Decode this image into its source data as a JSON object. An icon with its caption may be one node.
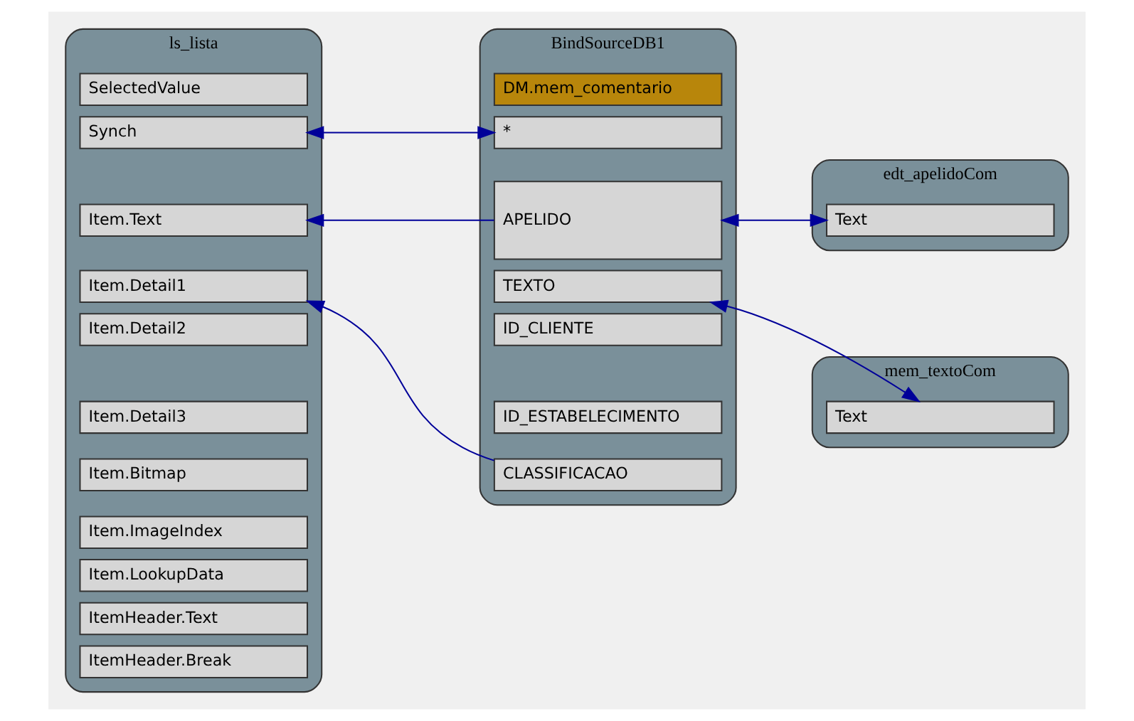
{
  "diagram": {
    "nodes": [
      {
        "text": [
          "ls_lista"
        ]
      },
      {
        "text": [
          "SelectedValue"
        ],
        "in": 0
      },
      {
        "text": [
          "Synch"
        ],
        "in": 0
      },
      {
        "text": [
          "Item.Text"
        ],
        "in": 0
      },
      {
        "text": [
          "Item.Detail1"
        ],
        "in": 0
      },
      {
        "text": [
          "Item.Detail2"
        ],
        "in": 0
      },
      {
        "text": [
          "Item.Detail3"
        ],
        "in": 0
      },
      {
        "text": [
          "Item.Bitmap"
        ],
        "in": 0
      },
      {
        "text": [
          "Item.ImageIndex"
        ],
        "in": 0
      },
      {
        "text": [
          "Item.LookupData"
        ],
        "in": 0
      },
      {
        "text": [
          "ItemHeader.Text"
        ],
        "in": 0
      },
      {
        "text": [
          "ItemHeader.Break"
        ],
        "in": 0
      },
      {
        "text": [
          "BindSourceDB1"
        ]
      },
      {
        "text": [
          "DM.mem_comentario"
        ],
        "in": 12
      },
      {
        "text": [
          "*"
        ],
        "in": 12
      },
      {
        "text": [
          "APELIDO"
        ],
        "in": 12
      },
      {
        "text": [
          "TEXTO"
        ],
        "in": 12
      },
      {
        "text": [
          "ID_CLIENTE"
        ],
        "in": 12
      },
      {
        "text": [
          "ID_ESTABELECIMENTO"
        ],
        "in": 12
      },
      {
        "text": [
          "CLASSIFICACAO"
        ],
        "in": 12
      },
      {
        "text": [
          "edt_apelidoCom"
        ]
      },
      {
        "text": [
          "Text"
        ],
        "in": 20
      },
      {
        "text": [
          "mem_textoCom"
        ]
      },
      {
        "text": [
          "Text"
        ],
        "in": 22
      }
    ],
    "edges": [
      {
        "from": 2,
        "to": 14,
        "arrow": "both"
      },
      {
        "from": 15,
        "to": 3,
        "arrow": "to"
      },
      {
        "from": 19,
        "to": 4,
        "arrow": "to"
      },
      {
        "from": 15,
        "to": 21,
        "arrow": "both"
      },
      {
        "from": 16,
        "to": 23,
        "arrow": "both"
      }
    ]
  }
}
